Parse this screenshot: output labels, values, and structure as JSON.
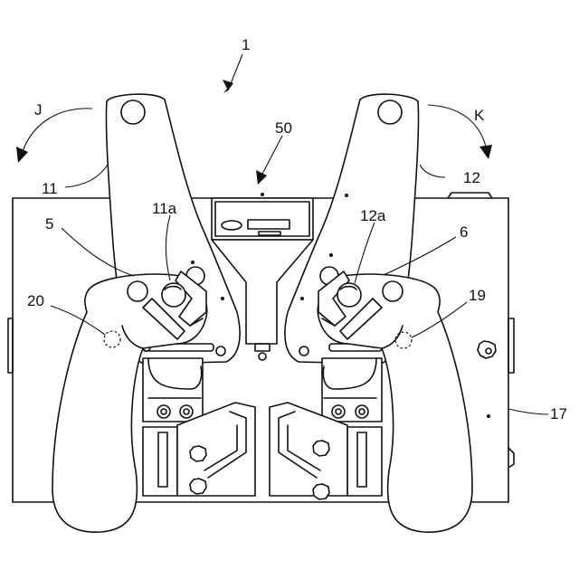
{
  "labels": {
    "main": "1",
    "rotation_left": "J",
    "rotation_right": "K",
    "display_unit": "50",
    "left_arm": "11",
    "right_arm": "12",
    "left_arm_part": "11a",
    "right_arm_part": "12a",
    "left_grip": "5",
    "right_grip": "6",
    "left_mark": "20",
    "right_mark": "19",
    "side_body": "17"
  }
}
